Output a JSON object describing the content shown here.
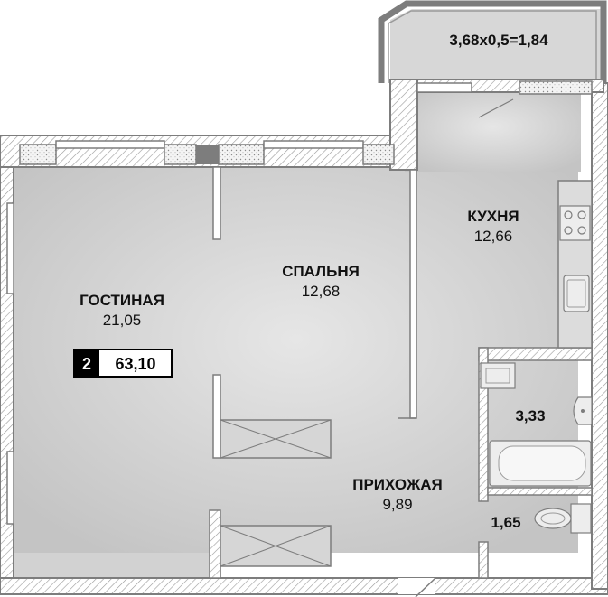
{
  "plan": {
    "rooms": [
      {
        "name": "ГОСТИНАЯ",
        "area": "21,05"
      },
      {
        "name": "СПАЛЬНЯ",
        "area": "12,68"
      },
      {
        "name": "КУХНЯ",
        "area": "12,66"
      },
      {
        "name": "ПРИХОЖАЯ",
        "area": "9,89"
      }
    ],
    "balcony": "3,68x0,5=1,84",
    "bathroom_area": "3,33",
    "toilet_area": "1,65",
    "badge": {
      "rooms": "2",
      "total_area": "63,10"
    },
    "colors": {
      "wall": "#7d7d7d",
      "floor": "#d2d2d2",
      "badge_dark": "#000000"
    }
  }
}
